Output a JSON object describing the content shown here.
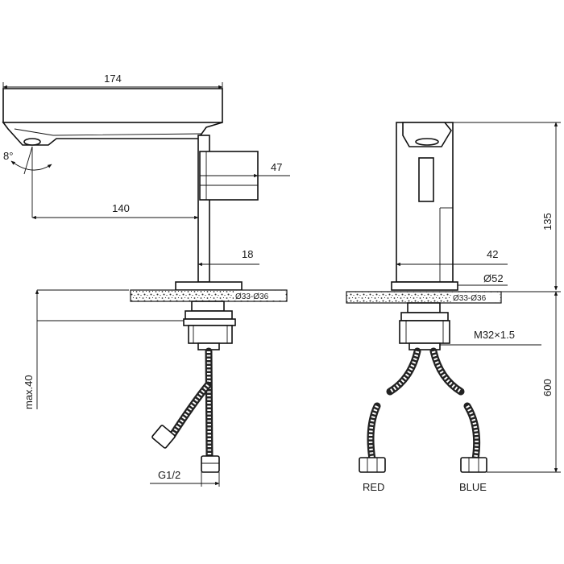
{
  "side_view": {
    "dim_width_total": "174",
    "dim_reach": "140",
    "dim_body_projection": "47",
    "dim_body_width": "18",
    "dim_spout_angle": "8°",
    "dim_max_countertop": "max.40",
    "dim_hole_range": "Ø33-Ø36",
    "dim_hose_connection": "G1/2"
  },
  "front_view": {
    "dim_height": "135",
    "dim_base_width": "42",
    "dim_base_diameter": "Ø52",
    "dim_hole_range": "Ø33-Ø36",
    "dim_thread": "M32×1.5",
    "dim_hose_length": "600",
    "label_hot": "RED",
    "label_cold": "BLUE"
  }
}
